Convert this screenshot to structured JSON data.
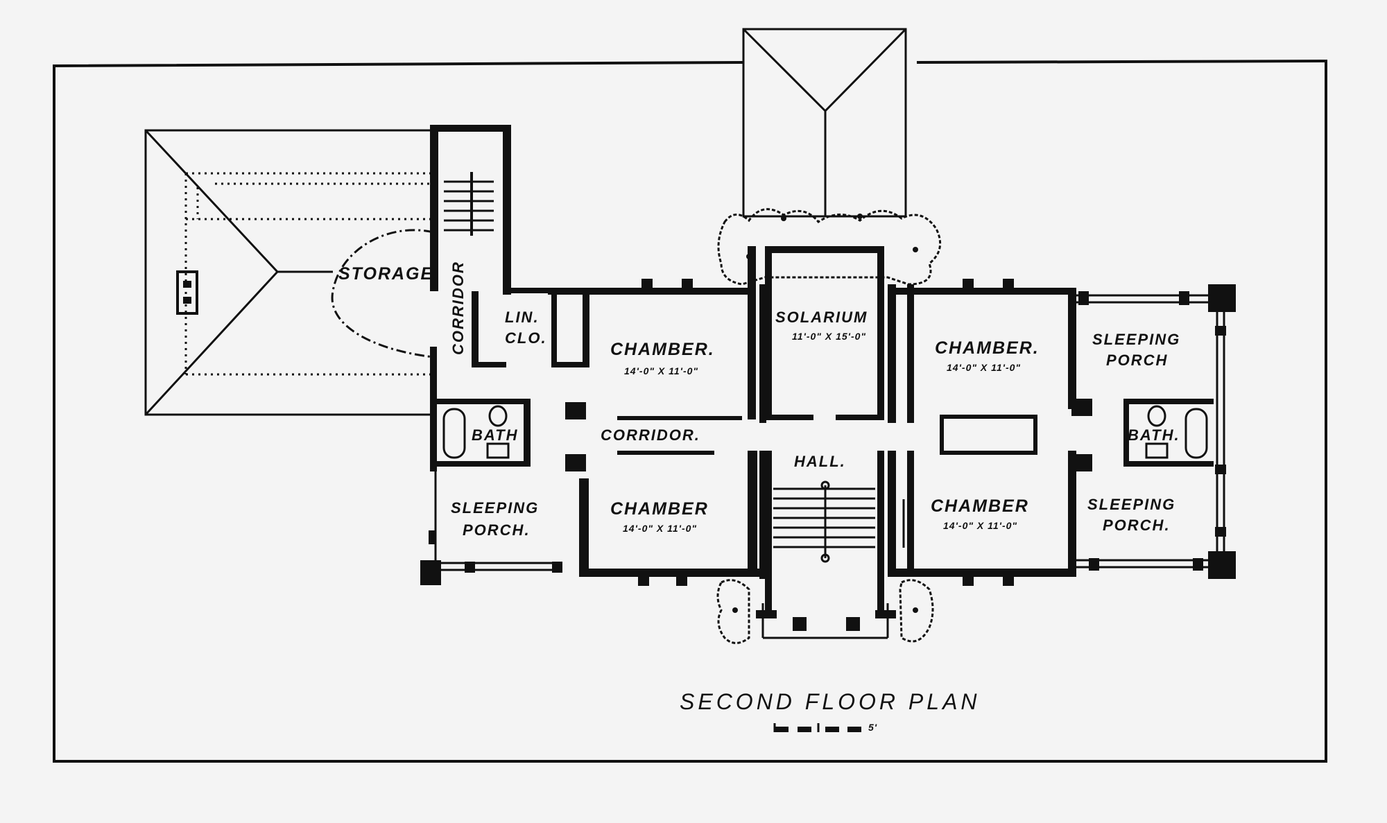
{
  "title": "SECOND FLOOR PLAN",
  "scale_bar": "5'",
  "rooms": {
    "storage": "STORAGE.",
    "corridor_vertical": "CORRIDOR",
    "linen_closet_line1": "LIN.",
    "linen_closet_line2": "CLO.",
    "chamber_nw": "CHAMBER.",
    "chamber_nw_dim": "14'-0\" X 11'-0\"",
    "solarium": "SOLARIUM",
    "solarium_dim": "11'-0\" X 15'-0\"",
    "chamber_ne": "CHAMBER.",
    "chamber_ne_dim": "14'-0\" X 11'-0\"",
    "sleeping_porch_ne_line1": "SLEEPING",
    "sleeping_porch_ne_line2": "PORCH",
    "bath_west": "BATH",
    "corridor_horizontal": "CORRIDOR.",
    "hall": "HALL.",
    "bath_east": "BATH.",
    "sleeping_porch_sw_line1": "SLEEPING",
    "sleeping_porch_sw_line2": "PORCH.",
    "chamber_sw": "CHAMBER",
    "chamber_sw_dim": "14'-0\" X 11'-0\"",
    "chamber_se": "CHAMBER",
    "chamber_se_dim": "14'-0\" X 11'-0\"",
    "sleeping_porch_se_line1": "SLEEPING",
    "sleeping_porch_se_line2": "PORCH."
  }
}
